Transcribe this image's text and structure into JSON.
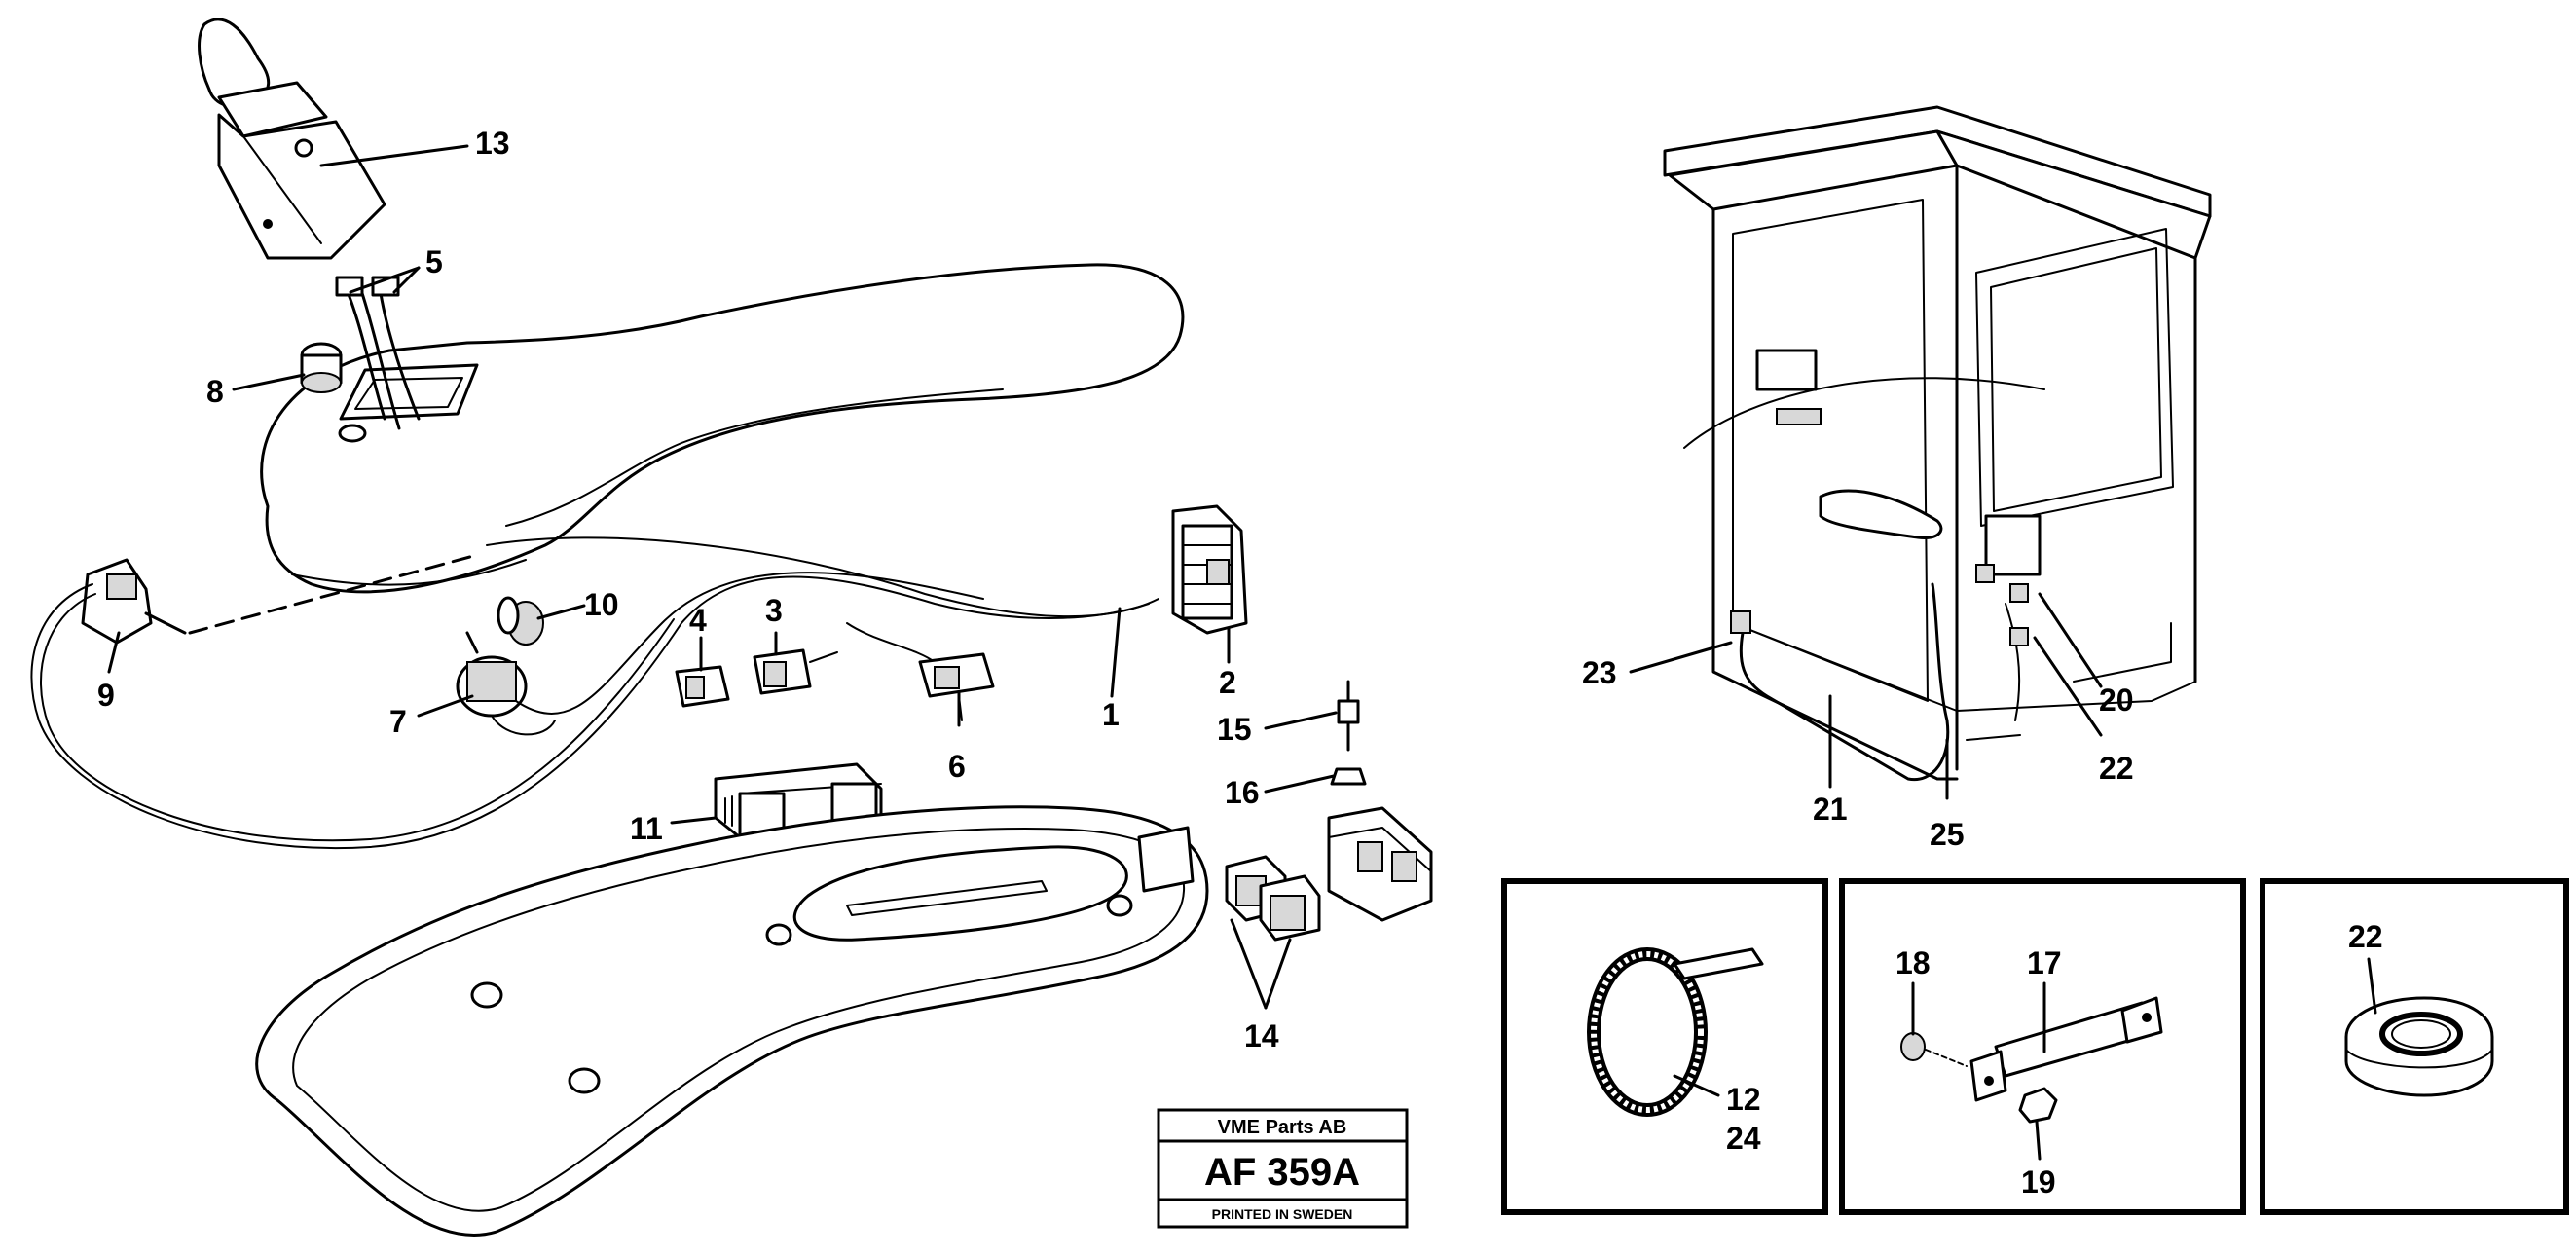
{
  "callouts": {
    "c1": "1",
    "c2": "2",
    "c3": "3",
    "c4": "4",
    "c5": "5",
    "c6": "6",
    "c7": "7",
    "c8": "8",
    "c9": "9",
    "c10": "10",
    "c11": "11",
    "c13": "13",
    "c14": "14",
    "c15": "15",
    "c16": "16",
    "c20": "20",
    "c21": "21",
    "c22": "22",
    "c23": "23",
    "c25": "25",
    "detail_a_12": "12",
    "detail_a_24": "24",
    "detail_b_17": "17",
    "detail_b_18": "18",
    "detail_b_19": "19",
    "detail_c_22": "22"
  },
  "title_block": {
    "company": "VME Parts AB",
    "drawing_number": "AF 359A",
    "footer": "PRINTED IN SWEDEN"
  }
}
